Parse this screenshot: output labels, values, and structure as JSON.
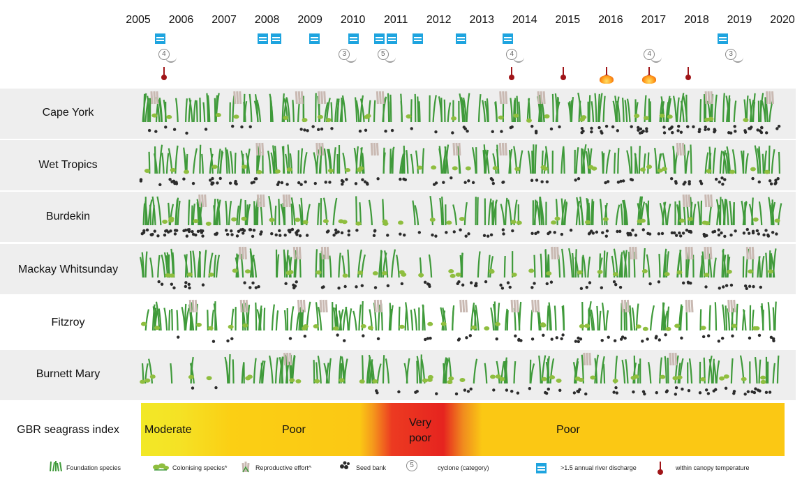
{
  "years": [
    "2005",
    "2006",
    "2007",
    "2008",
    "2009",
    "2010",
    "2011",
    "2012",
    "2013",
    "2014",
    "2015",
    "2016",
    "2017",
    "2018",
    "2019",
    "2020"
  ],
  "events": {
    "river_discharge_years": [
      2005.5,
      2007.9,
      2008.2,
      2009.1,
      2010.0,
      2010.6,
      2010.9,
      2011.5,
      2012.5,
      2013.6,
      2018.6
    ],
    "cyclones": [
      {
        "year": 2005.6,
        "category": "4"
      },
      {
        "year": 2009.8,
        "category": "3"
      },
      {
        "year": 2010.7,
        "category": "5"
      },
      {
        "year": 2013.7,
        "category": "4"
      },
      {
        "year": 2016.9,
        "category": "4"
      },
      {
        "year": 2018.8,
        "category": "3"
      }
    ],
    "canopy_temperature_years": [
      2005.6,
      2013.7,
      2014.9,
      2017.8
    ],
    "canopy_temperature_fire_years": [
      2015.9,
      2016.9
    ]
  },
  "regions": [
    {
      "name": "Cape York",
      "foundation": [
        0.95,
        0.85,
        0.7,
        0.75,
        0.85,
        0.8,
        0.6,
        0.85,
        0.75,
        0.9,
        0.9,
        0.85,
        0.85,
        0.9,
        0.9
      ],
      "colonising": [
        0.3,
        0.2,
        0.2,
        0.4,
        0.3,
        0.3,
        0.2,
        0.25,
        0.3,
        0.3,
        0.3,
        0.3,
        0.35,
        0.3,
        0.25
      ],
      "seedbank": [
        0.2,
        0.1,
        0.15,
        0.15,
        0.2,
        0.2,
        0.1,
        0.2,
        0.2,
        0.3,
        0.5,
        0.6,
        0.6,
        0.65,
        0.7
      ]
    },
    {
      "name": "Wet Tropics",
      "foundation": [
        0.6,
        0.8,
        0.85,
        0.9,
        0.8,
        0.7,
        0.55,
        0.7,
        0.75,
        0.8,
        0.75,
        0.65,
        0.7,
        0.75,
        0.8
      ],
      "colonising": [
        0.4,
        0.3,
        0.3,
        0.3,
        0.35,
        0.4,
        0.3,
        0.3,
        0.3,
        0.3,
        0.35,
        0.4,
        0.4,
        0.35,
        0.3
      ],
      "seedbank": [
        0.5,
        0.5,
        0.45,
        0.4,
        0.4,
        0.35,
        0.25,
        0.3,
        0.25,
        0.2,
        0.2,
        0.3,
        0.4,
        0.4,
        0.45
      ]
    },
    {
      "name": "Burdekin",
      "foundation": [
        0.95,
        0.9,
        0.9,
        0.8,
        0.3,
        0.25,
        0.2,
        0.5,
        0.8,
        0.95,
        0.95,
        0.9,
        0.9,
        0.9,
        0.9
      ],
      "colonising": [
        0.5,
        0.4,
        0.4,
        0.5,
        0.5,
        0.5,
        0.4,
        0.4,
        0.4,
        0.4,
        0.4,
        0.4,
        0.4,
        0.4,
        0.4
      ],
      "seedbank": [
        0.95,
        0.95,
        0.9,
        0.9,
        0.5,
        0.3,
        0.3,
        0.3,
        0.35,
        0.4,
        0.5,
        0.6,
        0.65,
        0.7,
        0.7
      ]
    },
    {
      "name": "Mackay Whitsunday",
      "foundation": [
        0.85,
        0.75,
        0.6,
        0.7,
        0.6,
        0.5,
        0.2,
        0.3,
        0.3,
        0.6,
        0.75,
        0.8,
        0.8,
        0.75,
        0.8
      ],
      "colonising": [
        0.4,
        0.4,
        0.4,
        0.4,
        0.4,
        0.5,
        0.5,
        0.5,
        0.5,
        0.4,
        0.4,
        0.4,
        0.4,
        0.4,
        0.4
      ],
      "seedbank": [
        0.2,
        0.3,
        0.3,
        0.25,
        0.2,
        0.2,
        0.3,
        0.4,
        0.3,
        0.2,
        0.2,
        0.2,
        0.25,
        0.3,
        0.3
      ]
    },
    {
      "name": "Fitzroy",
      "foundation": [
        0.8,
        0.85,
        0.8,
        0.8,
        0.75,
        0.7,
        0.6,
        0.65,
        0.65,
        0.65,
        0.65,
        0.6,
        0.6,
        0.65,
        0.7
      ],
      "colonising": [
        0.3,
        0.4,
        0.4,
        0.4,
        0.4,
        0.4,
        0.4,
        0.4,
        0.4,
        0.4,
        0.4,
        0.45,
        0.45,
        0.45,
        0.45
      ],
      "seedbank": [
        0.05,
        0.05,
        0.1,
        0.1,
        0.1,
        0.1,
        0.15,
        0.2,
        0.3,
        0.35,
        0.35,
        0.35,
        0.3,
        0.3,
        0.3
      ]
    },
    {
      "name": "Burnett Mary",
      "foundation": [
        0.3,
        0.2,
        0.7,
        0.85,
        0.8,
        0.65,
        0.4,
        0.45,
        0.55,
        0.6,
        0.6,
        0.55,
        0.6,
        0.6,
        0.6
      ],
      "colonising": [
        0.5,
        0.4,
        0.4,
        0.4,
        0.4,
        0.45,
        0.5,
        0.5,
        0.5,
        0.5,
        0.5,
        0.5,
        0.5,
        0.5,
        0.5
      ],
      "seedbank": [
        0.0,
        0.1,
        0.0,
        0.0,
        0.0,
        0.1,
        0.2,
        0.2,
        0.2,
        0.25,
        0.3,
        0.35,
        0.4,
        0.45,
        0.5
      ]
    }
  ],
  "index": {
    "title": "GBR seagrass index",
    "segments": [
      {
        "label": "Moderate",
        "from": 2005,
        "to": 2006.3
      },
      {
        "label": "Poor",
        "from": 2006.3,
        "to": 2010.5
      },
      {
        "label": "Very poor",
        "from": 2010.5,
        "to": 2012.4
      },
      {
        "label": "Poor",
        "from": 2012.4,
        "to": 2020
      }
    ],
    "moderate": "Moderate",
    "poor_1": "Poor",
    "very_poor_1": "Very",
    "very_poor_2": "poor",
    "poor_2": "Poor"
  },
  "legend": {
    "foundation": "Foundation species",
    "colonising": "Colonising species*",
    "reproductive": "Reproductive effort^",
    "seedbank": "Seed bank",
    "cyclone": "cyclone (category)",
    "river": ">1.5 annual river discharge",
    "temperature": "within canopy temperature",
    "cyclone_example": "5"
  },
  "colors": {
    "foundation": "#3f9a3a",
    "colonising": "#8fbe3f",
    "reproductive": "#c9b9b2",
    "seedbank": "#2b2b2b",
    "river": "#1ea4df",
    "thermo": "#a01518",
    "shade": "#eeeeee"
  }
}
